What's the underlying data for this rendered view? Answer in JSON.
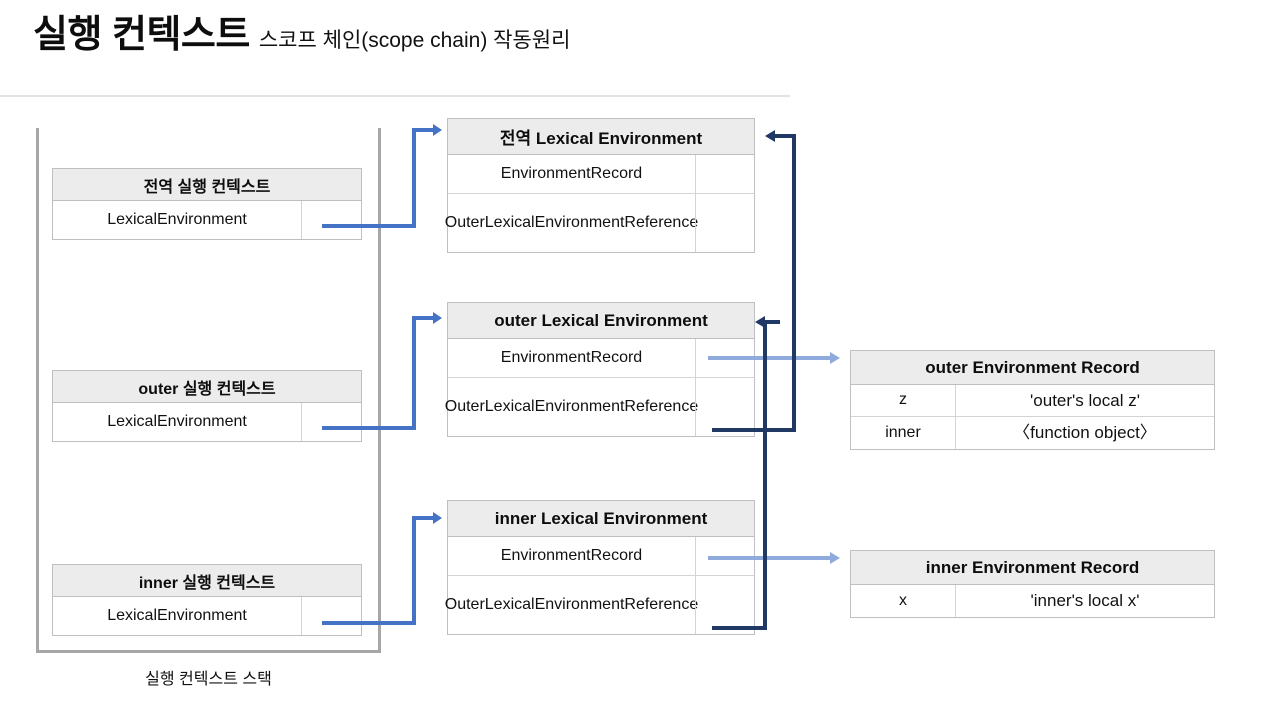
{
  "slide": {
    "title_main": "실행 컨텍스트",
    "title_sub": "스코프 체인(scope chain) 작동원리"
  },
  "execution_context_stack": {
    "caption": "실행 컨텍스트 스택",
    "frames": [
      {
        "title": "전역 실행 컨텍스트",
        "field": "LexicalEnvironment",
        "pointer": ""
      },
      {
        "title": "outer 실행 컨텍스트",
        "field": "LexicalEnvironment",
        "pointer": ""
      },
      {
        "title": "inner 실행 컨텍스트",
        "field": "LexicalEnvironment",
        "pointer": ""
      }
    ]
  },
  "lexical_environments": [
    {
      "title": "전역 Lexical Environment",
      "rows": [
        {
          "label": "EnvironmentRecord",
          "value": ""
        },
        {
          "label": "OuterLexicalEnvironmentReference",
          "value": ""
        }
      ]
    },
    {
      "title": "outer Lexical Environment",
      "rows": [
        {
          "label": "EnvironmentRecord",
          "value": ""
        },
        {
          "label": "OuterLexicalEnvironmentReference",
          "value": ""
        }
      ]
    },
    {
      "title": "inner Lexical Environment",
      "rows": [
        {
          "label": "EnvironmentRecord",
          "value": ""
        },
        {
          "label": "OuterLexicalEnvironmentReference",
          "value": ""
        }
      ]
    }
  ],
  "environment_records": [
    {
      "title": "outer Environment Record",
      "entries": [
        {
          "key": "z",
          "value": "'outer's local z'"
        },
        {
          "key": "inner",
          "value": "〈function object〉"
        }
      ]
    },
    {
      "title": "inner Environment Record",
      "entries": [
        {
          "key": "x",
          "value": "'inner's local x'"
        }
      ]
    }
  ],
  "colors": {
    "stack_link": "#4472C4",
    "record_link": "#8FAADC",
    "outer_ref_link": "#1F3864",
    "header_fill": "#ECECEC",
    "border": "#BFBFBF"
  }
}
